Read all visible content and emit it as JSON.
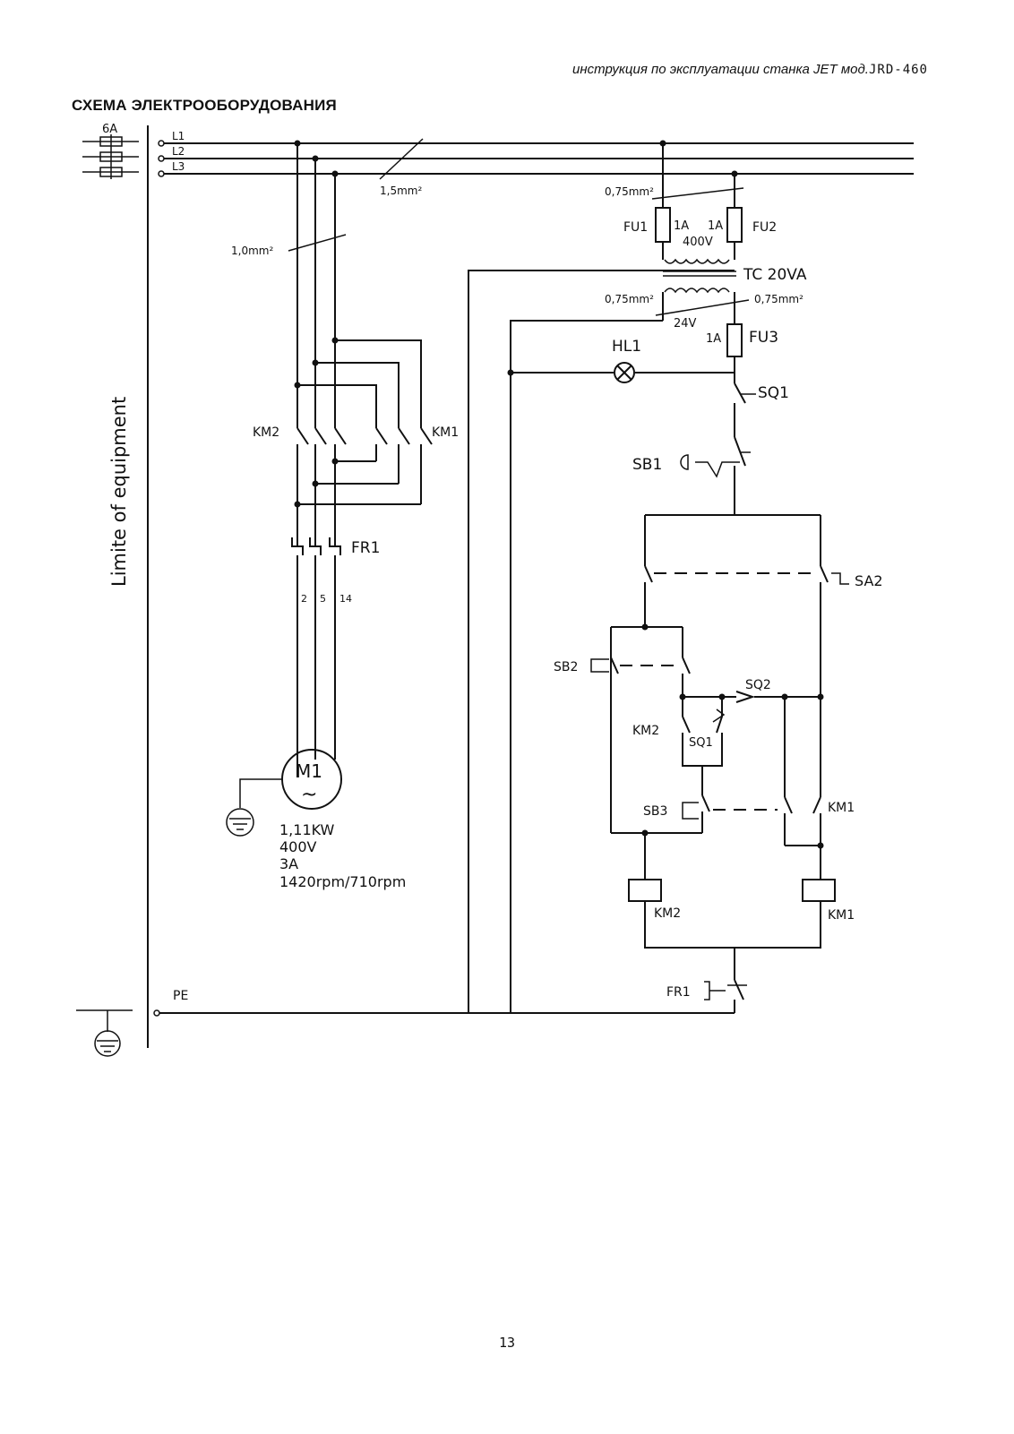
{
  "header": {
    "manual_text": "инструкция по эксплуатации станка JET мод.",
    "model": "JRD-460"
  },
  "title": "СХЕМА ЭЛЕКТРООБОРУДОВАНИЯ",
  "page_number": "13",
  "labels": {
    "fuse_rating": "6A",
    "L1": "L1",
    "L2": "L2",
    "L3": "L3",
    "wire_1_5": "1,5mm²",
    "wire_1_0": "1,0mm²",
    "wire_075_a": "0,75mm²",
    "wire_075_b": "0,75mm²",
    "wire_075_c": "0,75mm²",
    "FU1": "FU1",
    "FU2": "FU2",
    "FU3": "FU3",
    "fu1_rating": "1A",
    "fu2_rating": "1A",
    "fu3_rating": "1A",
    "primary_voltage": "400V",
    "transformer": "TC 20VA",
    "secondary_voltage": "24V",
    "HL1": "HL1",
    "SQ1_top": "SQ1",
    "SB1": "SB1",
    "SA2": "SA2",
    "SB2": "SB2",
    "SQ2": "SQ2",
    "KM2_contact": "KM2",
    "SQ1_mid": "SQ1",
    "SB3": "SB3",
    "KM1_contact": "KM1",
    "KM2_coil": "KM2",
    "KM1_coil": "KM1",
    "FR1_bottom": "FR1",
    "KM2_main": "KM2",
    "KM1_main": "KM1",
    "FR1_main": "FR1",
    "wire_2": "2",
    "wire_5": "5",
    "wire_14": "14",
    "motor": "M1",
    "motor_symbol": "~",
    "motor_power": "1,11KW",
    "motor_voltage": "400V",
    "motor_current": "3A",
    "motor_speed": "1420rpm/710rpm",
    "PE": "PE",
    "limit_label": "Limite of equipment"
  }
}
